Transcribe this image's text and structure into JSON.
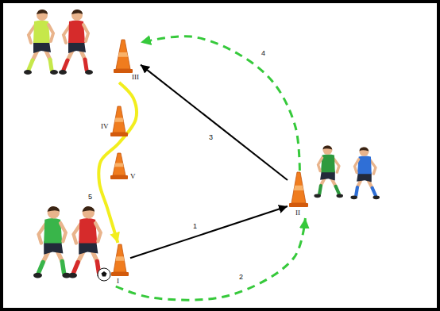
{
  "diagram": {
    "nodes": [
      {
        "text": [
          "III"
        ]
      },
      {
        "text": [
          "IV"
        ]
      },
      {
        "text": [
          "V"
        ]
      },
      {
        "text": [
          "II"
        ]
      },
      {
        "text": [
          "I"
        ]
      }
    ],
    "edges": [
      {
        "from": 4,
        "to": 3,
        "label": "1",
        "arrow": "to"
      },
      {
        "from": 4,
        "to": 3,
        "label": "2",
        "arrow": "to"
      },
      {
        "from": 3,
        "to": 0,
        "label": "3",
        "arrow": "to"
      },
      {
        "from": 3,
        "to": 0,
        "label": "4",
        "arrow": "to"
      },
      {
        "from": 0,
        "to": 4,
        "label": "5",
        "arrow": "to"
      }
    ]
  }
}
